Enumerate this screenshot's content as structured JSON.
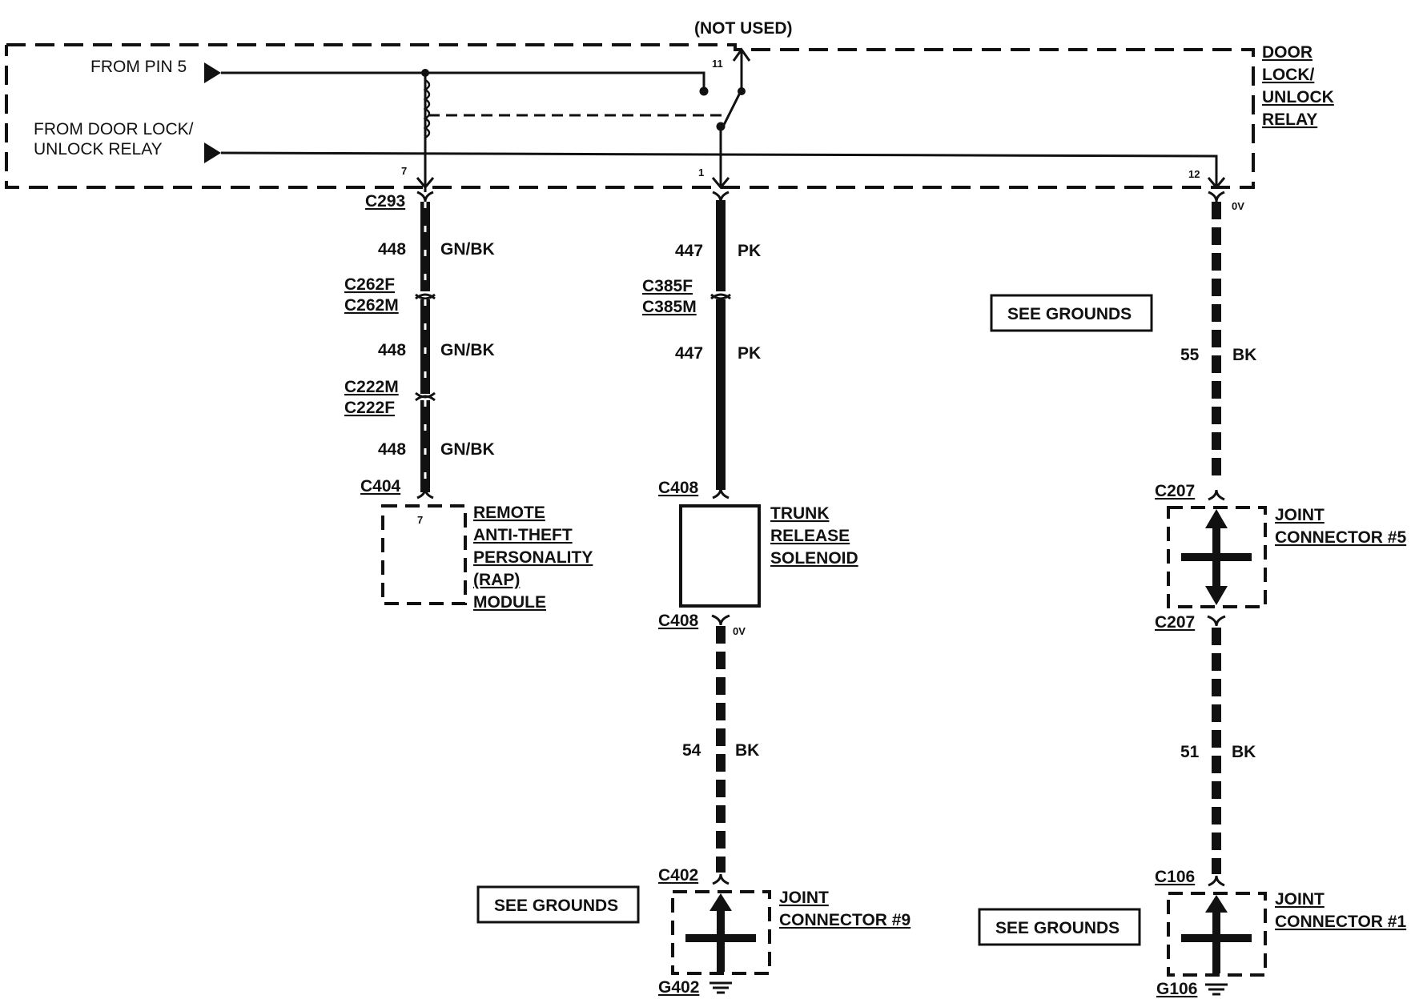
{
  "relay": {
    "not_used": "(NOT USED)",
    "from_pin5": "FROM PIN 5",
    "from_relay_line1": "FROM DOOR LOCK/",
    "from_relay_line2": "UNLOCK  RELAY",
    "name_lines": [
      "DOOR",
      "LOCK/",
      "UNLOCK",
      "RELAY"
    ],
    "pins": {
      "p11": "11",
      "p7": "7",
      "p1": "1",
      "p12": "12"
    }
  },
  "connectors": {
    "c293": "C293",
    "c262f": "C262F",
    "c262m": "C262M",
    "c222m": "C222M",
    "c222f": "C222F",
    "c404": "C404",
    "c385f": "C385F",
    "c385m": "C385M",
    "c408_top": "C408",
    "c408_bottom": "C408",
    "c402": "C402",
    "c207_top": "C207",
    "c207_bottom": "C207",
    "c106": "C106",
    "g402": "G402",
    "g106": "G106"
  },
  "wires": {
    "w448": {
      "circuit": "448",
      "color": "GN/BK"
    },
    "w447": {
      "circuit": "447",
      "color": "PK"
    },
    "w55": {
      "circuit": "55",
      "color": "BK"
    },
    "w54": {
      "circuit": "54",
      "color": "BK"
    },
    "w51": {
      "circuit": "51",
      "color": "BK"
    }
  },
  "voltages": {
    "v12": "0V",
    "v408": "0V"
  },
  "components": {
    "rap_pin": "7",
    "rap_lines": [
      "REMOTE",
      "ANTI-THEFT",
      "PERSONALITY",
      "(RAP)",
      "MODULE"
    ],
    "trunk_lines": [
      "TRUNK",
      "RELEASE",
      "SOLENOID"
    ],
    "jc5_lines": [
      "JOINT",
      "CONNECTOR #5"
    ],
    "jc9_lines": [
      "JOINT",
      "CONNECTOR #9"
    ],
    "jc1_lines": [
      "JOINT",
      "CONNECTOR #1"
    ]
  },
  "see_grounds": "SEE GROUNDS"
}
